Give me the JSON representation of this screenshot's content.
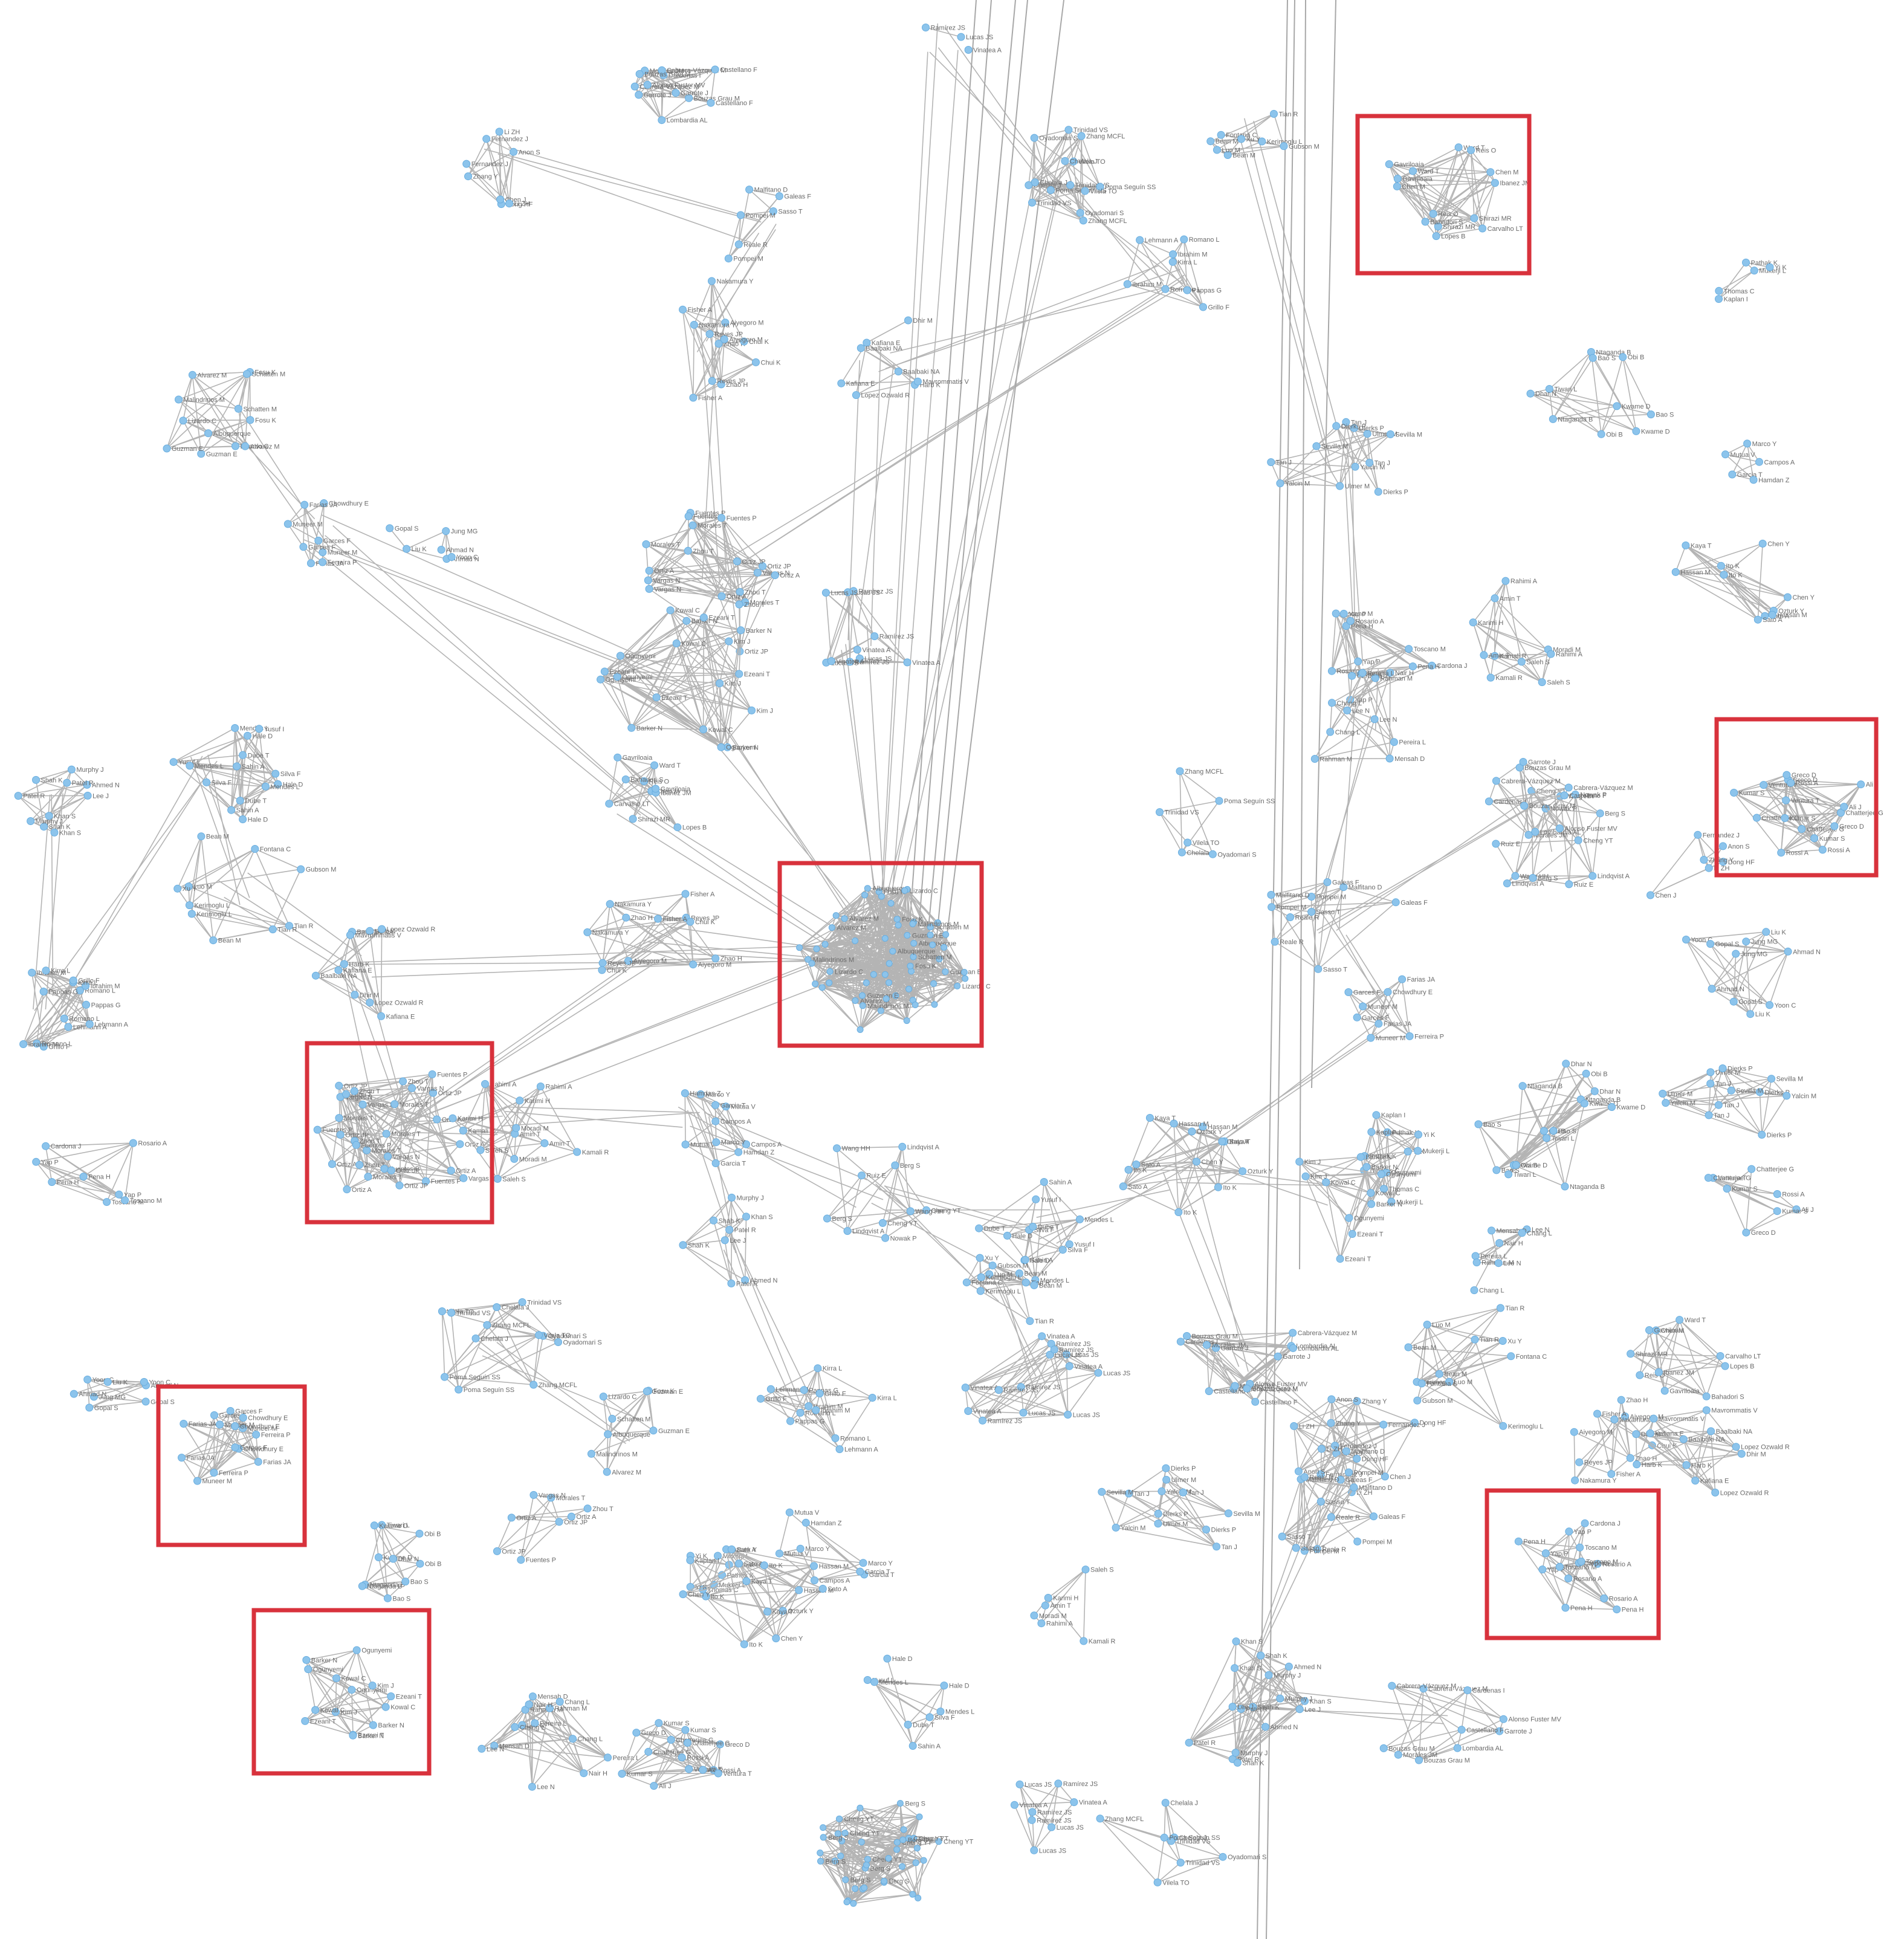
{
  "highlight_color": "#d8323c",
  "node_color": "#8cc4ec",
  "edge_color": "#b4b4b4",
  "clusters": [
    {
      "id": "c01",
      "labels": [
        "Cabrera-Vázquez M",
        "Bouzas Grau M",
        "Garrote J",
        "Castellano F",
        "Morales JM",
        "Lombardia AL",
        "Cardenas I",
        "Alonso Fuster MV"
      ]
    },
    {
      "id": "c02",
      "labels": [
        "Lucas JS",
        "Ramírez JS",
        "Vinatea A"
      ]
    },
    {
      "id": "c03",
      "labels": [
        "Chelala J",
        "Trinidad VS",
        "Poma Seguín SS",
        "Zhang MCFL",
        "Oyadomari S",
        "Vilela TO"
      ]
    },
    {
      "id": "c04",
      "labels": [
        "Bean M",
        "Tian R",
        "Kerimoglu L",
        "Fontana C",
        "Luo M",
        "Xu Y",
        "Gubson M"
      ]
    },
    {
      "id": "c05",
      "labels": [
        "Gavriloaia",
        "Shirazi MR",
        "Reis O",
        "Chen M",
        "Ward T",
        "Lopes B",
        "Carvalho LT",
        "Ibanez JM",
        "Bahadori S"
      ]
    },
    {
      "id": "c06",
      "labels": [
        "Fernandez J",
        "Li ZH",
        "Dong HF",
        "Chen J",
        "Zhang Y",
        "Anon S"
      ]
    },
    {
      "id": "c07",
      "labels": [
        "Pompei M",
        "Malfitano D",
        "Reale R",
        "Sasso T",
        "Galeas F"
      ]
    },
    {
      "id": "c08",
      "labels": [
        "Fisher A",
        "Aiyegoro M",
        "Zhao H",
        "Nakamura Y",
        "Reyes JP",
        "Chui K"
      ]
    },
    {
      "id": "c09",
      "labels": [
        "Kafiana E",
        "Baalbaki NA",
        "Harb K",
        "Lopez Ozwald R",
        "Mavrommatis V",
        "Dhir M"
      ]
    },
    {
      "id": "c10",
      "labels": [
        "Romano L",
        "Ibrahim M",
        "Lehmann A",
        "Pappas G",
        "Kirra L",
        "Grillo F"
      ]
    },
    {
      "id": "c11",
      "labels": [
        "Guzman E",
        "Alvarez M",
        "Lizardo C",
        "Fosu K",
        "Schatten M",
        "Albuquerque",
        "Malindrinos M"
      ]
    },
    {
      "id": "c12",
      "labels": [
        "Farias JA",
        "Muneer M",
        "Garces F",
        "Chowdhury E",
        "Ferreira P"
      ]
    },
    {
      "id": "c13",
      "labels": [
        "Ahmad N",
        "Yoon C",
        "Gopal S",
        "Jung MG",
        "Liu K"
      ]
    },
    {
      "id": "c14",
      "labels": [
        "Dierks P",
        "Tan J",
        "Ulmer M",
        "Yalcin M",
        "Sevilla M"
      ]
    },
    {
      "id": "c15",
      "labels": [
        "Ntaganda B",
        "Kwame D",
        "Bao S",
        "Obi B",
        "Tiwari L",
        "Dhar N"
      ]
    },
    {
      "id": "c16",
      "labels": [
        "Pathak K",
        "Mukerji L",
        "Yi K",
        "Thomas C",
        "Kaplan I"
      ]
    },
    {
      "id": "c17",
      "labels": [
        "Mutua V",
        "Garcia T",
        "Marco Y",
        "Campos A",
        "Hamdan Z"
      ]
    },
    {
      "id": "c18",
      "labels": [
        "Ortiz A",
        "Ortiz JP",
        "Morales T",
        "Fuentes P",
        "Vargas N",
        "Zhou T"
      ]
    },
    {
      "id": "c19",
      "labels": [
        "Yap P",
        "Pena H",
        "Toscano M",
        "Rosario A",
        "Cardona J"
      ]
    },
    {
      "id": "c20",
      "labels": [
        "Rahimi A",
        "Saleh S",
        "Amin T",
        "Kamali R",
        "Moradi M",
        "Karimi H"
      ]
    },
    {
      "id": "c21",
      "labels": [
        "Sato A",
        "Ito K",
        "Hassan M",
        "Chen Y",
        "Ozturk Y",
        "Kaya T"
      ]
    },
    {
      "id": "c22",
      "labels": [
        "Ogunyemi",
        "Barker N",
        "Ezeani T",
        "Kowal C",
        "Kim J"
      ]
    },
    {
      "id": "c23",
      "labels": [
        "Lee N",
        "Chang L",
        "Pereira L",
        "Rahman M",
        "Nair H",
        "Mensah D"
      ]
    },
    {
      "id": "c24",
      "labels": [
        "Kumar S",
        "Chatterjee G",
        "Rossi A",
        "Greco D",
        "Ali J",
        "Ventura T"
      ]
    },
    {
      "id": "c25",
      "labels": [
        "Cheng YT",
        "Wang HH",
        "Lindqvist A",
        "Berg S",
        "Nowak P",
        "Ruiz E"
      ]
    },
    {
      "id": "c26",
      "labels": [
        "Mendes L",
        "Hale D",
        "Sahin A",
        "Silva F",
        "Dube T",
        "Yusuf I"
      ]
    },
    {
      "id": "c27",
      "labels": [
        "Patel R",
        "Shah K",
        "Murphy J",
        "Khan S",
        "Ahmed N",
        "Lee J"
      ]
    }
  ]
}
